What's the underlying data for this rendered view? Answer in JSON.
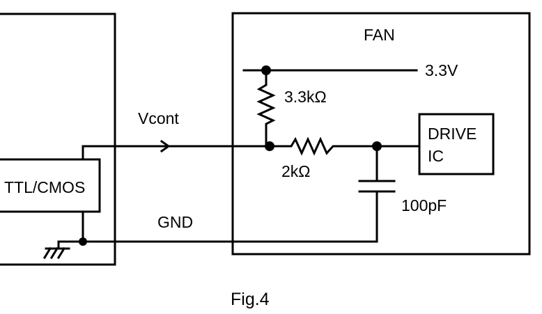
{
  "diagram": {
    "fan_label": "FAN",
    "supply_label": "3.3V",
    "pullup_resistor_label": "3.3kΩ",
    "series_resistor_label": "2kΩ",
    "capacitor_label": "100pF",
    "drive_ic_line1": "DRIVE",
    "drive_ic_line2": "IC",
    "control_signal_label": "Vcont",
    "ground_label": "GND",
    "logic_block_label": "TTL/CMOS",
    "caption": "Fig.4"
  }
}
